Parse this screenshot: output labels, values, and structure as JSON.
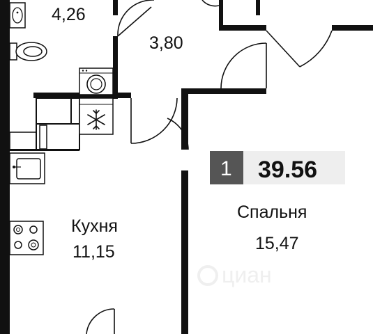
{
  "colors": {
    "wall": "#111111",
    "background": "#ffffff",
    "badge_dark": "#555555",
    "badge_light": "#eeeeee",
    "watermark": "#eeeeee"
  },
  "plan": {
    "rooms": [
      {
        "name": "",
        "area": "4,26"
      },
      {
        "name": "",
        "area": "3,80"
      },
      {
        "name": "Кухня",
        "area": "11,15"
      },
      {
        "name": "Спальня",
        "area": "15,47"
      }
    ],
    "badge": {
      "rooms": "1",
      "total_area": "39.56"
    },
    "fixtures": [
      "sink-icon",
      "toilet-icon",
      "washing-machine-icon",
      "freezer-icon",
      "kitchen-sink-icon",
      "stove-icon"
    ],
    "watermark": "циан"
  }
}
